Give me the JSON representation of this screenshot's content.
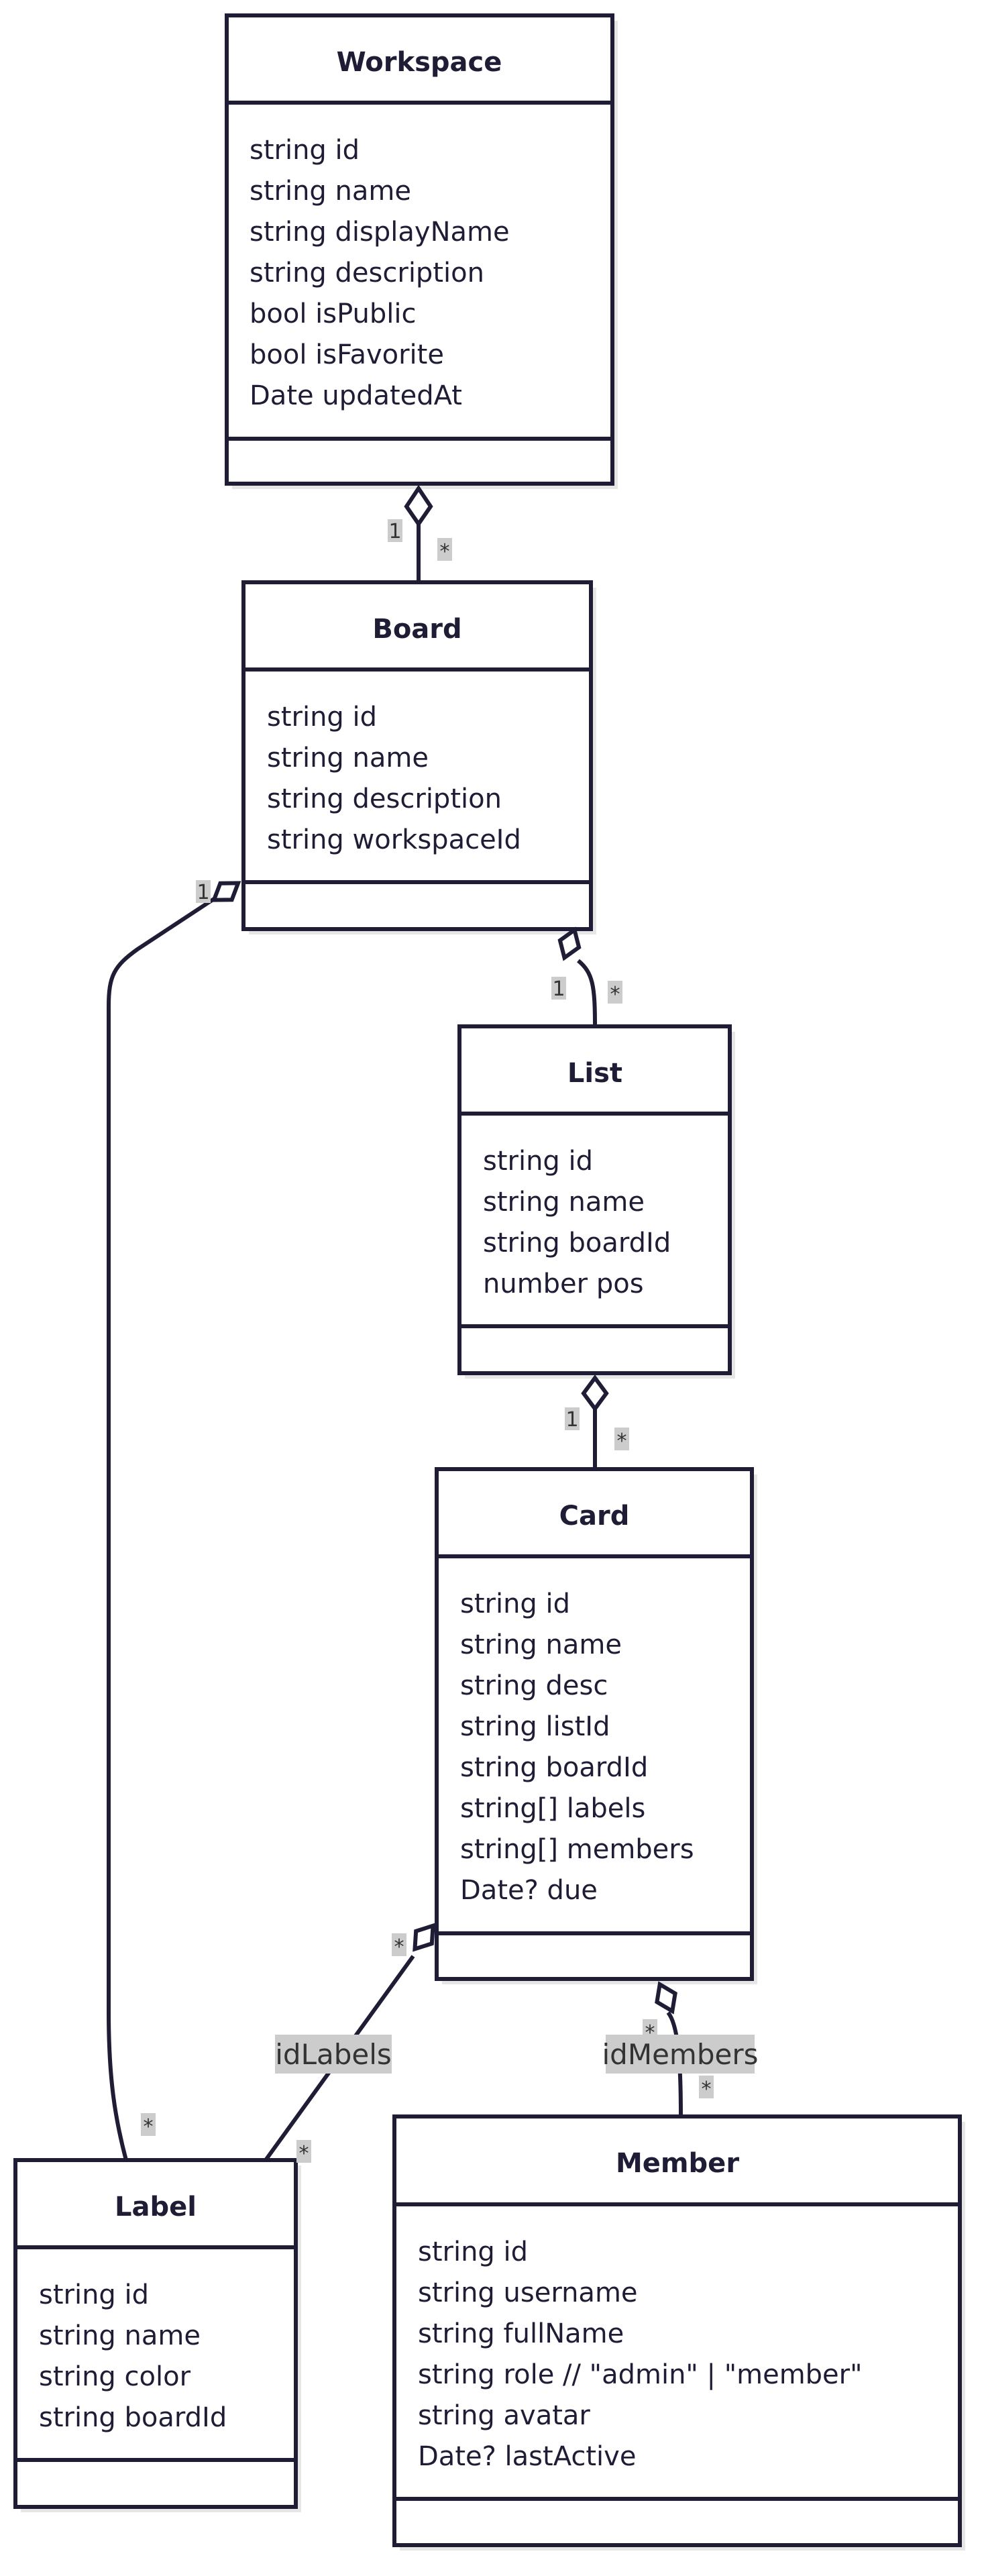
{
  "classes": {
    "workspace": {
      "name": "Workspace",
      "attributes": [
        "string id",
        "string name",
        "string displayName",
        "string description",
        "bool isPublic",
        "bool isFavorite",
        "Date updatedAt"
      ]
    },
    "board": {
      "name": "Board",
      "attributes": [
        "string id",
        "string name",
        "string description",
        "string workspaceId"
      ]
    },
    "list": {
      "name": "List",
      "attributes": [
        "string id",
        "string name",
        "string boardId",
        "number pos"
      ]
    },
    "card": {
      "name": "Card",
      "attributes": [
        "string id",
        "string name",
        "string desc",
        "string listId",
        "string boardId",
        "string[] labels",
        "string[] members",
        "Date? due"
      ]
    },
    "label": {
      "name": "Label",
      "attributes": [
        "string id",
        "string name",
        "string color",
        "string boardId"
      ]
    },
    "member": {
      "name": "Member",
      "attributes": [
        "string id",
        "string username",
        "string fullName",
        "string role // \"admin\" | \"member\"",
        "string avatar",
        "Date? lastActive"
      ]
    }
  },
  "relations": {
    "workspace_board": {
      "from_mult": "1",
      "to_mult": "*"
    },
    "board_list": {
      "from_mult": "1",
      "to_mult": "*"
    },
    "board_label": {
      "from_mult": "1",
      "to_mult": "*"
    },
    "list_card": {
      "from_mult": "1",
      "to_mult": "*"
    },
    "card_label": {
      "from_mult": "*",
      "to_mult": "*",
      "label": "idLabels"
    },
    "card_member": {
      "from_mult": "*",
      "to_mult": "*",
      "label": "idMembers"
    }
  },
  "colors": {
    "stroke": "#1f1d35",
    "label_bg": "#cccccc",
    "fill": "#ffffff"
  }
}
